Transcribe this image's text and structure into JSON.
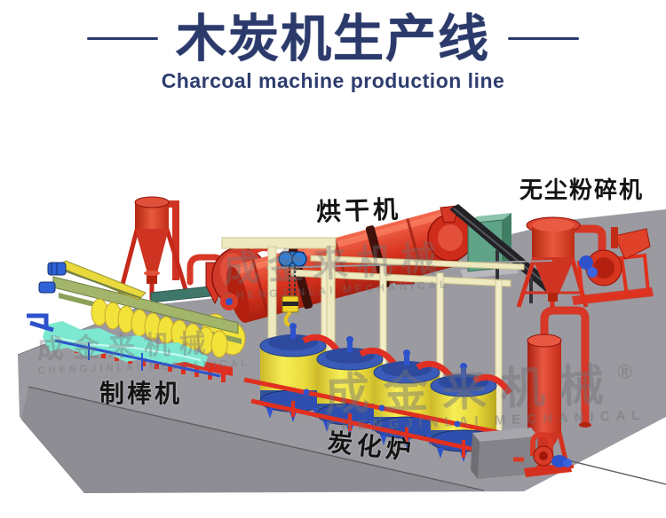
{
  "header": {
    "title": "木炭机生产线",
    "subtitle": "Charcoal machine production line",
    "title_color": "#2b3a6b"
  },
  "labels": {
    "dryer": "烘干机",
    "crusher": "无尘粉碎机",
    "rod_machine": "制棒机",
    "furnace": "炭化炉"
  },
  "watermark": {
    "cn": "成金来机械",
    "en": "CHENGJINLAI MECHANICAL",
    "reg": "®"
  },
  "colors": {
    "title_navy": "#2b3a6b",
    "machine_red": "#d63726",
    "dark_red": "#a81f10",
    "tank_yellow": "#f2e33b",
    "pipe_blue": "#2d52cc",
    "rod_cyan": "#7de8d0",
    "beam_cream": "#efe9c0",
    "cabinet_teal": "#5fa489",
    "frame_green": "#a3b56b",
    "platform_gray": "#9b9aa0"
  }
}
